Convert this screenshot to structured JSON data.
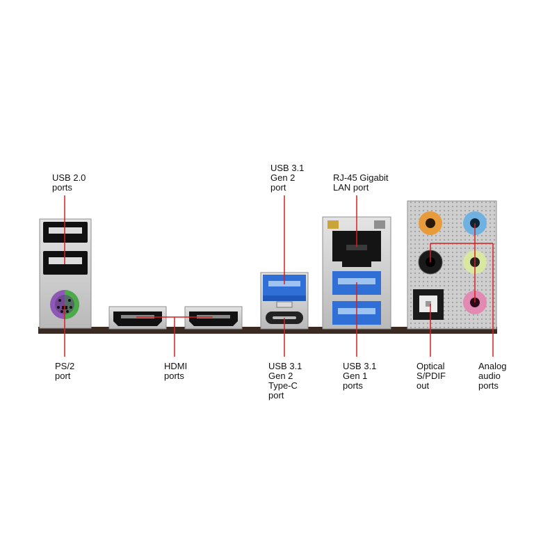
{
  "labels": {
    "usb20": [
      "USB 2.0",
      "ports"
    ],
    "ps2": [
      "PS/2",
      "port"
    ],
    "hdmi": [
      "HDMI",
      "ports"
    ],
    "usb31_gen2": [
      "USB 3.1",
      "Gen 2",
      "port"
    ],
    "usb31_typec": [
      "USB 3.1",
      "Gen 2",
      "Type-C",
      "port"
    ],
    "rj45": [
      "RJ-45 Gigabit",
      "LAN port"
    ],
    "usb31_gen1": [
      "USB 3.1",
      "Gen 1",
      "ports"
    ],
    "optical": [
      "Optical",
      "S/PDIF",
      "out"
    ],
    "analog": [
      "Analog",
      "audio",
      "ports"
    ]
  },
  "colors": {
    "leader_line": "#d81e1e",
    "board": "#3a2a22",
    "usb3_blue": "#2f6fd6",
    "ps2_purple": "#8e58b5",
    "ps2_green": "#4aab48",
    "audio_orange": "#e89b3a",
    "audio_blue": "#6fb2e2",
    "audio_lime": "#d8e8a0",
    "audio_pink": "#e28ab2",
    "audio_black": "#1a1a1a",
    "metal": "#c9c9c9"
  }
}
